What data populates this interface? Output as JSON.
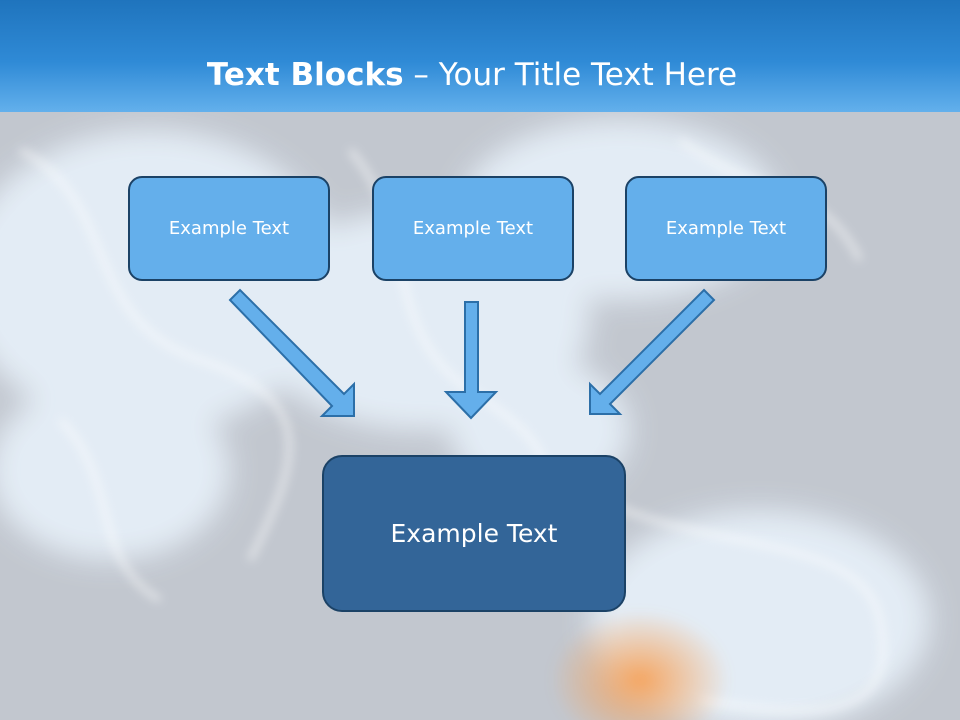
{
  "slide": {
    "title_bold": "Text Blocks",
    "title_dash": " – ",
    "title_rest": "Your Title Text Here"
  },
  "boxes": {
    "left": "Example Text",
    "center": "Example Text",
    "right": "Example Text",
    "bottom": "Example Text"
  },
  "colors": {
    "header": "#2f8ad6",
    "small_box": "#64afeb",
    "big_box": "#336598",
    "border": "#1b4266"
  }
}
